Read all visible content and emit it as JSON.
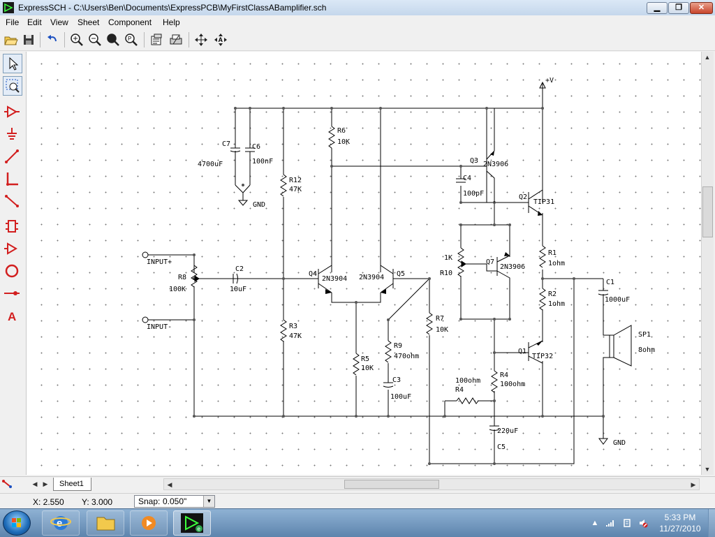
{
  "window": {
    "title": "ExpressSCH - C:\\Users\\Ben\\Documents\\ExpressPCB\\MyFirstClassABamplifier.sch",
    "minimize_glyph": "▁",
    "maximize_glyph": "❐",
    "close_glyph": "✕"
  },
  "menu": {
    "file": "File",
    "edit": "Edit",
    "view": "View",
    "sheet": "Sheet",
    "component": "Component",
    "help": "Help"
  },
  "toolbar": {
    "icons": [
      "open-folder-icon",
      "save-icon",
      "undo-icon",
      "zoom-in-icon",
      "zoom-out-icon",
      "zoom-fit-icon",
      "zoom-page-icon",
      "properties-icon",
      "print-icon",
      "move-component-icon",
      "move-label-icon"
    ]
  },
  "tools": [
    "pointer-tool",
    "zoom-area-tool",
    "component-tool",
    "ground-tool",
    "wire-tool",
    "bus-tool",
    "line-tool",
    "module-tool",
    "port-tool",
    "circle-tool",
    "junction-tool",
    "text-tool"
  ],
  "sheet_tab": "Sheet1",
  "status": {
    "x": "X: 2.550",
    "y": "Y: 3.000",
    "snap_label": "Snap:",
    "snap_value": "0.050\""
  },
  "clock": {
    "time": "5:33 PM",
    "date": "11/27/2010"
  },
  "schematic": {
    "labels": {
      "vplus": "+V",
      "gnd1": "GND",
      "gnd2": "GND",
      "c7": "C7",
      "c7_val": "4700uF",
      "c6": "C6",
      "c6_val": "100nF",
      "r6": "R6",
      "r6_val": "10K",
      "r12": "R12",
      "r12_val": "47K",
      "q3": "Q3",
      "q3_part": "2N3906",
      "c4": "C4",
      "c4_val": "100pF",
      "q2": "Q2",
      "q2_part": "TIP31",
      "r1": "R1",
      "r1_val": "1ohm",
      "r2": "R2",
      "r2_val": "1ohm",
      "c1": "C1",
      "c1_val": "1000uF",
      "sp1": "SP1",
      "sp1_val": "8ohm",
      "input_plus": "INPUT+",
      "input_minus": "INPUT-",
      "r8": "R8",
      "r8_val": "100K",
      "c2": "C2",
      "c2_val": "10uF",
      "q4": "Q4",
      "q4_part": "2N3904",
      "q5_part": "2N3904",
      "q5": "Q5",
      "r10_1k": "1K",
      "r10": "R10",
      "q7": "Q7",
      "q7_part": "2N3906",
      "r3": "R3",
      "r3_val": "47K",
      "r7": "R7",
      "r7_val": "10K",
      "r9": "R9",
      "r9_val": "470ohm",
      "c3": "C3",
      "c3_val": "100uF",
      "r5": "R5",
      "r5_val": "10K",
      "q1": "Q1",
      "q1_part": "TIP32",
      "r4_a_val": "100ohm",
      "r4_a": "R4",
      "r4": "R4",
      "r4_val": "100ohm",
      "c5": "C5",
      "c5_val": "220uF"
    }
  }
}
